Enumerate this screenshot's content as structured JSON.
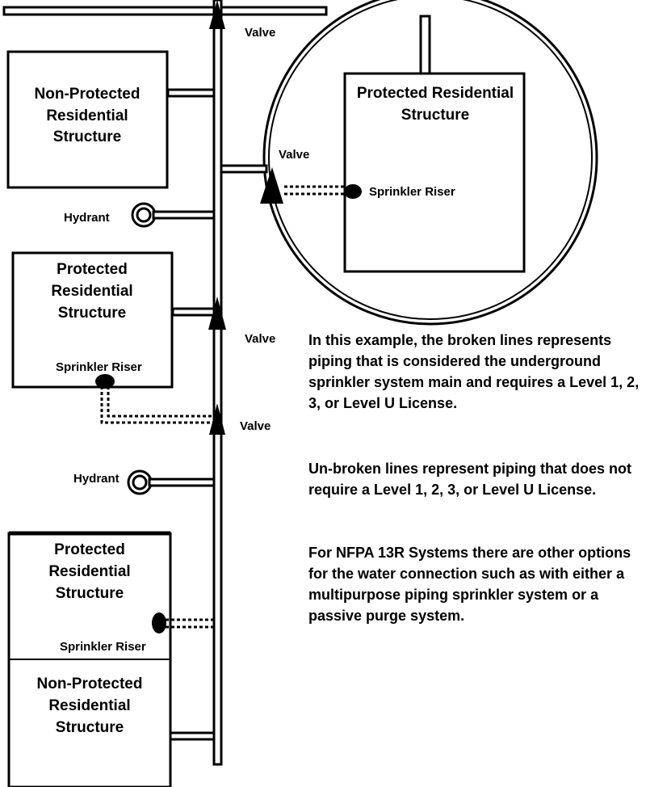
{
  "labels": {
    "valve": "Valve",
    "hydrant": "Hydrant",
    "sprinkler_riser": "Sprinkler Riser"
  },
  "boxes": {
    "non_protected_top": [
      "Non-Protected",
      "Residential",
      "Structure"
    ],
    "protected_mid": [
      "Protected",
      "Residential",
      "Structure"
    ],
    "protected_bottom": [
      "Protected",
      "Residential",
      "Structure"
    ],
    "non_protected_bottom": [
      "Non-Protected",
      "Residential",
      "Structure"
    ],
    "circle_detail": [
      "Protected Residential",
      "Structure"
    ]
  },
  "notes": [
    "In this example, the broken lines represents piping that is considered the underground sprinkler system main and requires a Level 1, 2, 3, or Level U License.",
    "Un-broken lines represent piping that does not require a Level 1, 2, 3, or Level U License.",
    "For NFPA 13R Systems there are other options for the water connection such as with either a multipurpose piping sprinkler system or a passive purge system."
  ]
}
